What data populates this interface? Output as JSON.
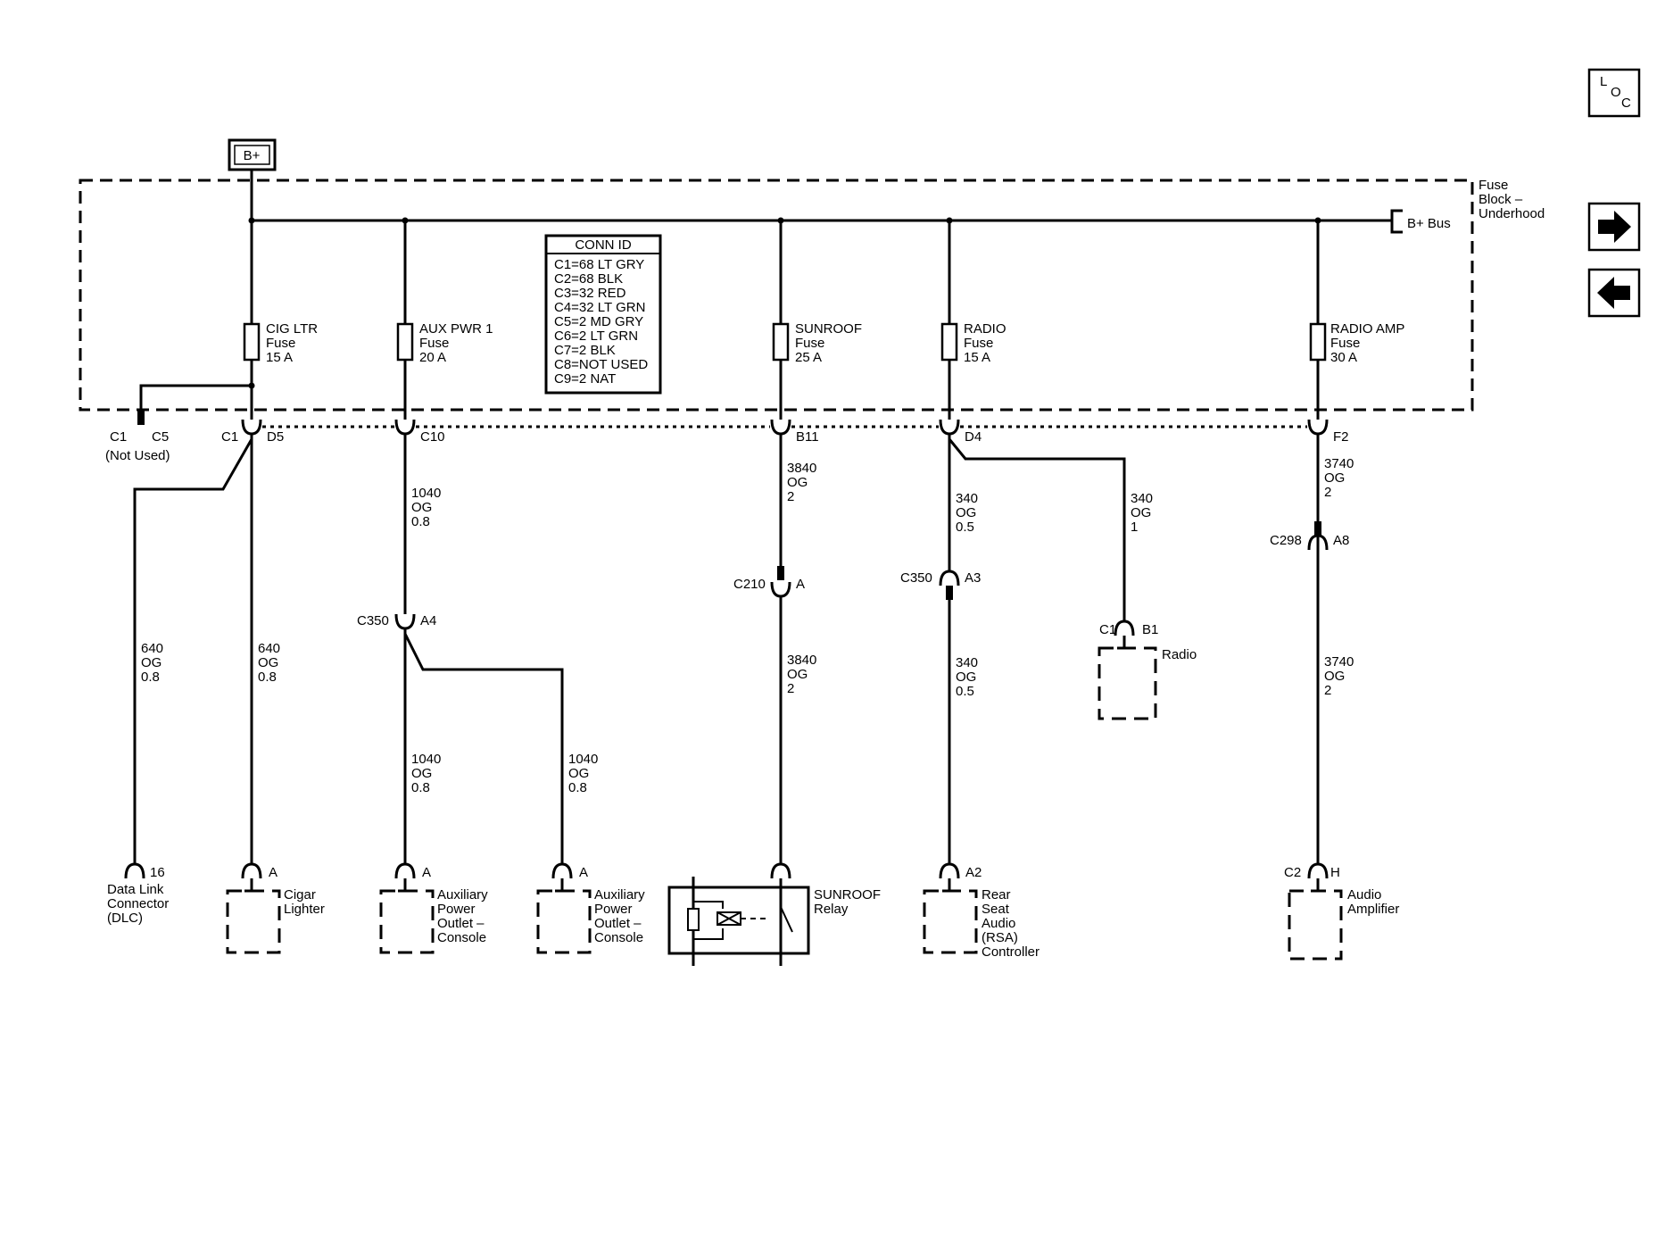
{
  "power_source": "B+",
  "fuse_block": {
    "label_lines": [
      "Fuse",
      "Block –",
      "Underhood"
    ],
    "bus_label": "B+ Bus"
  },
  "conn_id": {
    "title": "CONN ID",
    "entries": [
      "C1=68 LT GRY",
      "C2=68 BLK",
      "C3=32 RED",
      "C4=32 LT GRN",
      "C5=2 MD GRY",
      "C6=2 LT GRN",
      "C7=2 BLK",
      "C8=NOT USED",
      "C9=2 NAT"
    ]
  },
  "nav": {
    "loc": [
      "L",
      "O",
      "C"
    ],
    "forward_icon": "arrow-right-icon",
    "back_icon": "arrow-left-icon"
  },
  "fuses": [
    {
      "name": "CIG LTR",
      "type": "Fuse",
      "rating": "15 A"
    },
    {
      "name": "AUX PWR 1",
      "type": "Fuse",
      "rating": "20 A"
    },
    {
      "name": "SUNROOF",
      "type": "Fuse",
      "rating": "25 A"
    },
    {
      "name": "RADIO",
      "type": "Fuse",
      "rating": "15 A"
    },
    {
      "name": "RADIO AMP",
      "type": "Fuse",
      "rating": "30 A"
    }
  ],
  "connectors": {
    "not_used": {
      "a": "C1",
      "b": "C5",
      "note": "(Not Used)"
    },
    "cig_out": {
      "a": "C1",
      "b": "D5"
    },
    "aux_out": "C10",
    "sunroof_out": "B11",
    "radio_out": "D4",
    "amp_out": "F2",
    "c350_aux": {
      "a": "C350",
      "b": "A4"
    },
    "c210": {
      "a": "C210",
      "b": "A"
    },
    "c350_radio": {
      "a": "C350",
      "b": "A3"
    },
    "c298": {
      "a": "C298",
      "b": "A8"
    },
    "radio_in": {
      "a": "C1",
      "b": "B1"
    },
    "amp_in": {
      "a": "C2",
      "b": "H"
    }
  },
  "wires": {
    "dlc": [
      "640",
      "OG",
      "0.8"
    ],
    "cig": [
      "640",
      "OG",
      "0.8"
    ],
    "aux_upper": [
      "1040",
      "OG",
      "0.8"
    ],
    "aux_lower_1": [
      "1040",
      "OG",
      "0.8"
    ],
    "aux_lower_2": [
      "1040",
      "OG",
      "0.8"
    ],
    "sunroof_upper": [
      "3840",
      "OG",
      "2"
    ],
    "sunroof_lower": [
      "3840",
      "OG",
      "2"
    ],
    "rsa_upper": [
      "340",
      "OG",
      "0.5"
    ],
    "rsa_lower": [
      "340",
      "OG",
      "0.5"
    ],
    "radio_branch": [
      "340",
      "OG",
      "1"
    ],
    "amp_upper": [
      "3740",
      "OG",
      "2"
    ],
    "amp_lower": [
      "3740",
      "OG",
      "2"
    ]
  },
  "components": [
    {
      "pin": "16",
      "label": [
        "Data Link",
        "Connector",
        "(DLC)"
      ]
    },
    {
      "pin": "A",
      "label": [
        "Cigar",
        "Lighter"
      ]
    },
    {
      "pin": "A",
      "label": [
        "Auxiliary",
        "Power",
        "Outlet –",
        "Console"
      ]
    },
    {
      "pin": "A",
      "label": [
        "Auxiliary",
        "Power",
        "Outlet –",
        "Console"
      ]
    },
    {
      "pin": "",
      "label": [
        "SUNROOF",
        "Relay"
      ]
    },
    {
      "pin": "A2",
      "label": [
        "Rear",
        "Seat",
        "Audio",
        "(RSA)",
        "Controller"
      ]
    },
    {
      "pin": "",
      "label": [
        "Radio"
      ]
    },
    {
      "pin": "",
      "label": [
        "Audio",
        "Amplifier"
      ]
    }
  ]
}
